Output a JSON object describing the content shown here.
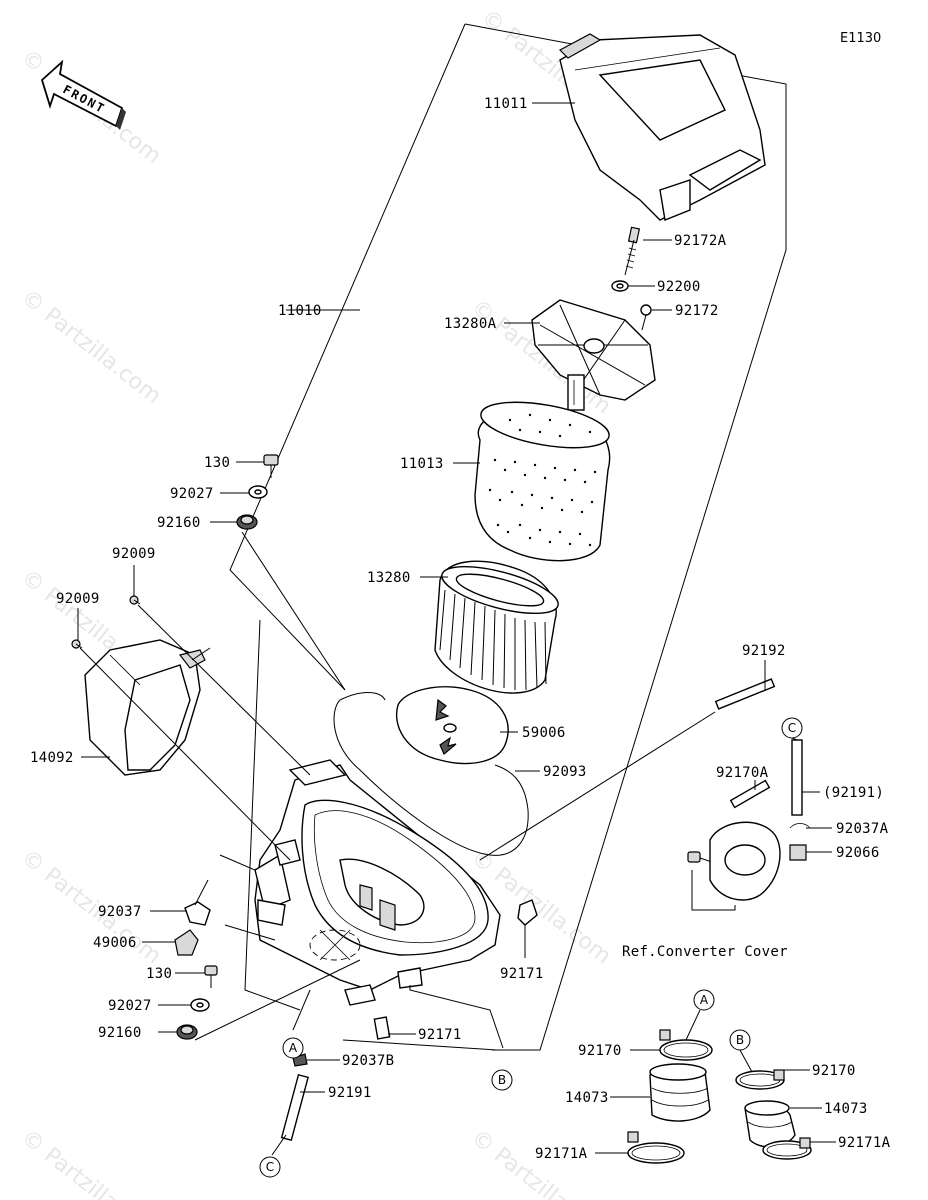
{
  "diagram_code": "E1130",
  "front_arrow_label": "FRONT",
  "watermark": "© Partzilla.com",
  "callouts": {
    "p11011": "11011",
    "p92172A": "92172A",
    "p92200": "92200",
    "p92172": "92172",
    "p13280A": "13280A",
    "p11010": "11010",
    "p11013": "11013",
    "p13280": "13280",
    "p130_top": "130",
    "p92027_top": "92027",
    "p92160_top": "92160",
    "p92009_a": "92009",
    "p92009_b": "92009",
    "p14092": "14092",
    "p59006": "59006",
    "p92093": "92093",
    "p92192": "92192",
    "p92191_ref": "(92191)",
    "p92170A": "92170A",
    "p92037A": "92037A",
    "p92066": "92066",
    "ref_converter_cover": "Ref.Converter Cover",
    "p92037": "92037",
    "p49006": "49006",
    "p130_bot": "130",
    "p92027_bot": "92027",
    "p92160_bot": "92160",
    "p92171_right": "92171",
    "p92171_bot": "92171",
    "p92037B": "92037B",
    "p92191": "92191",
    "p92170_left": "92170",
    "p14073_left": "14073",
    "p92171A_left": "92171A",
    "p92170_right": "92170",
    "p14073_right": "14073",
    "p92171A_right": "92171A"
  },
  "reference_markers": {
    "A": "A",
    "B": "B",
    "C": "C"
  }
}
